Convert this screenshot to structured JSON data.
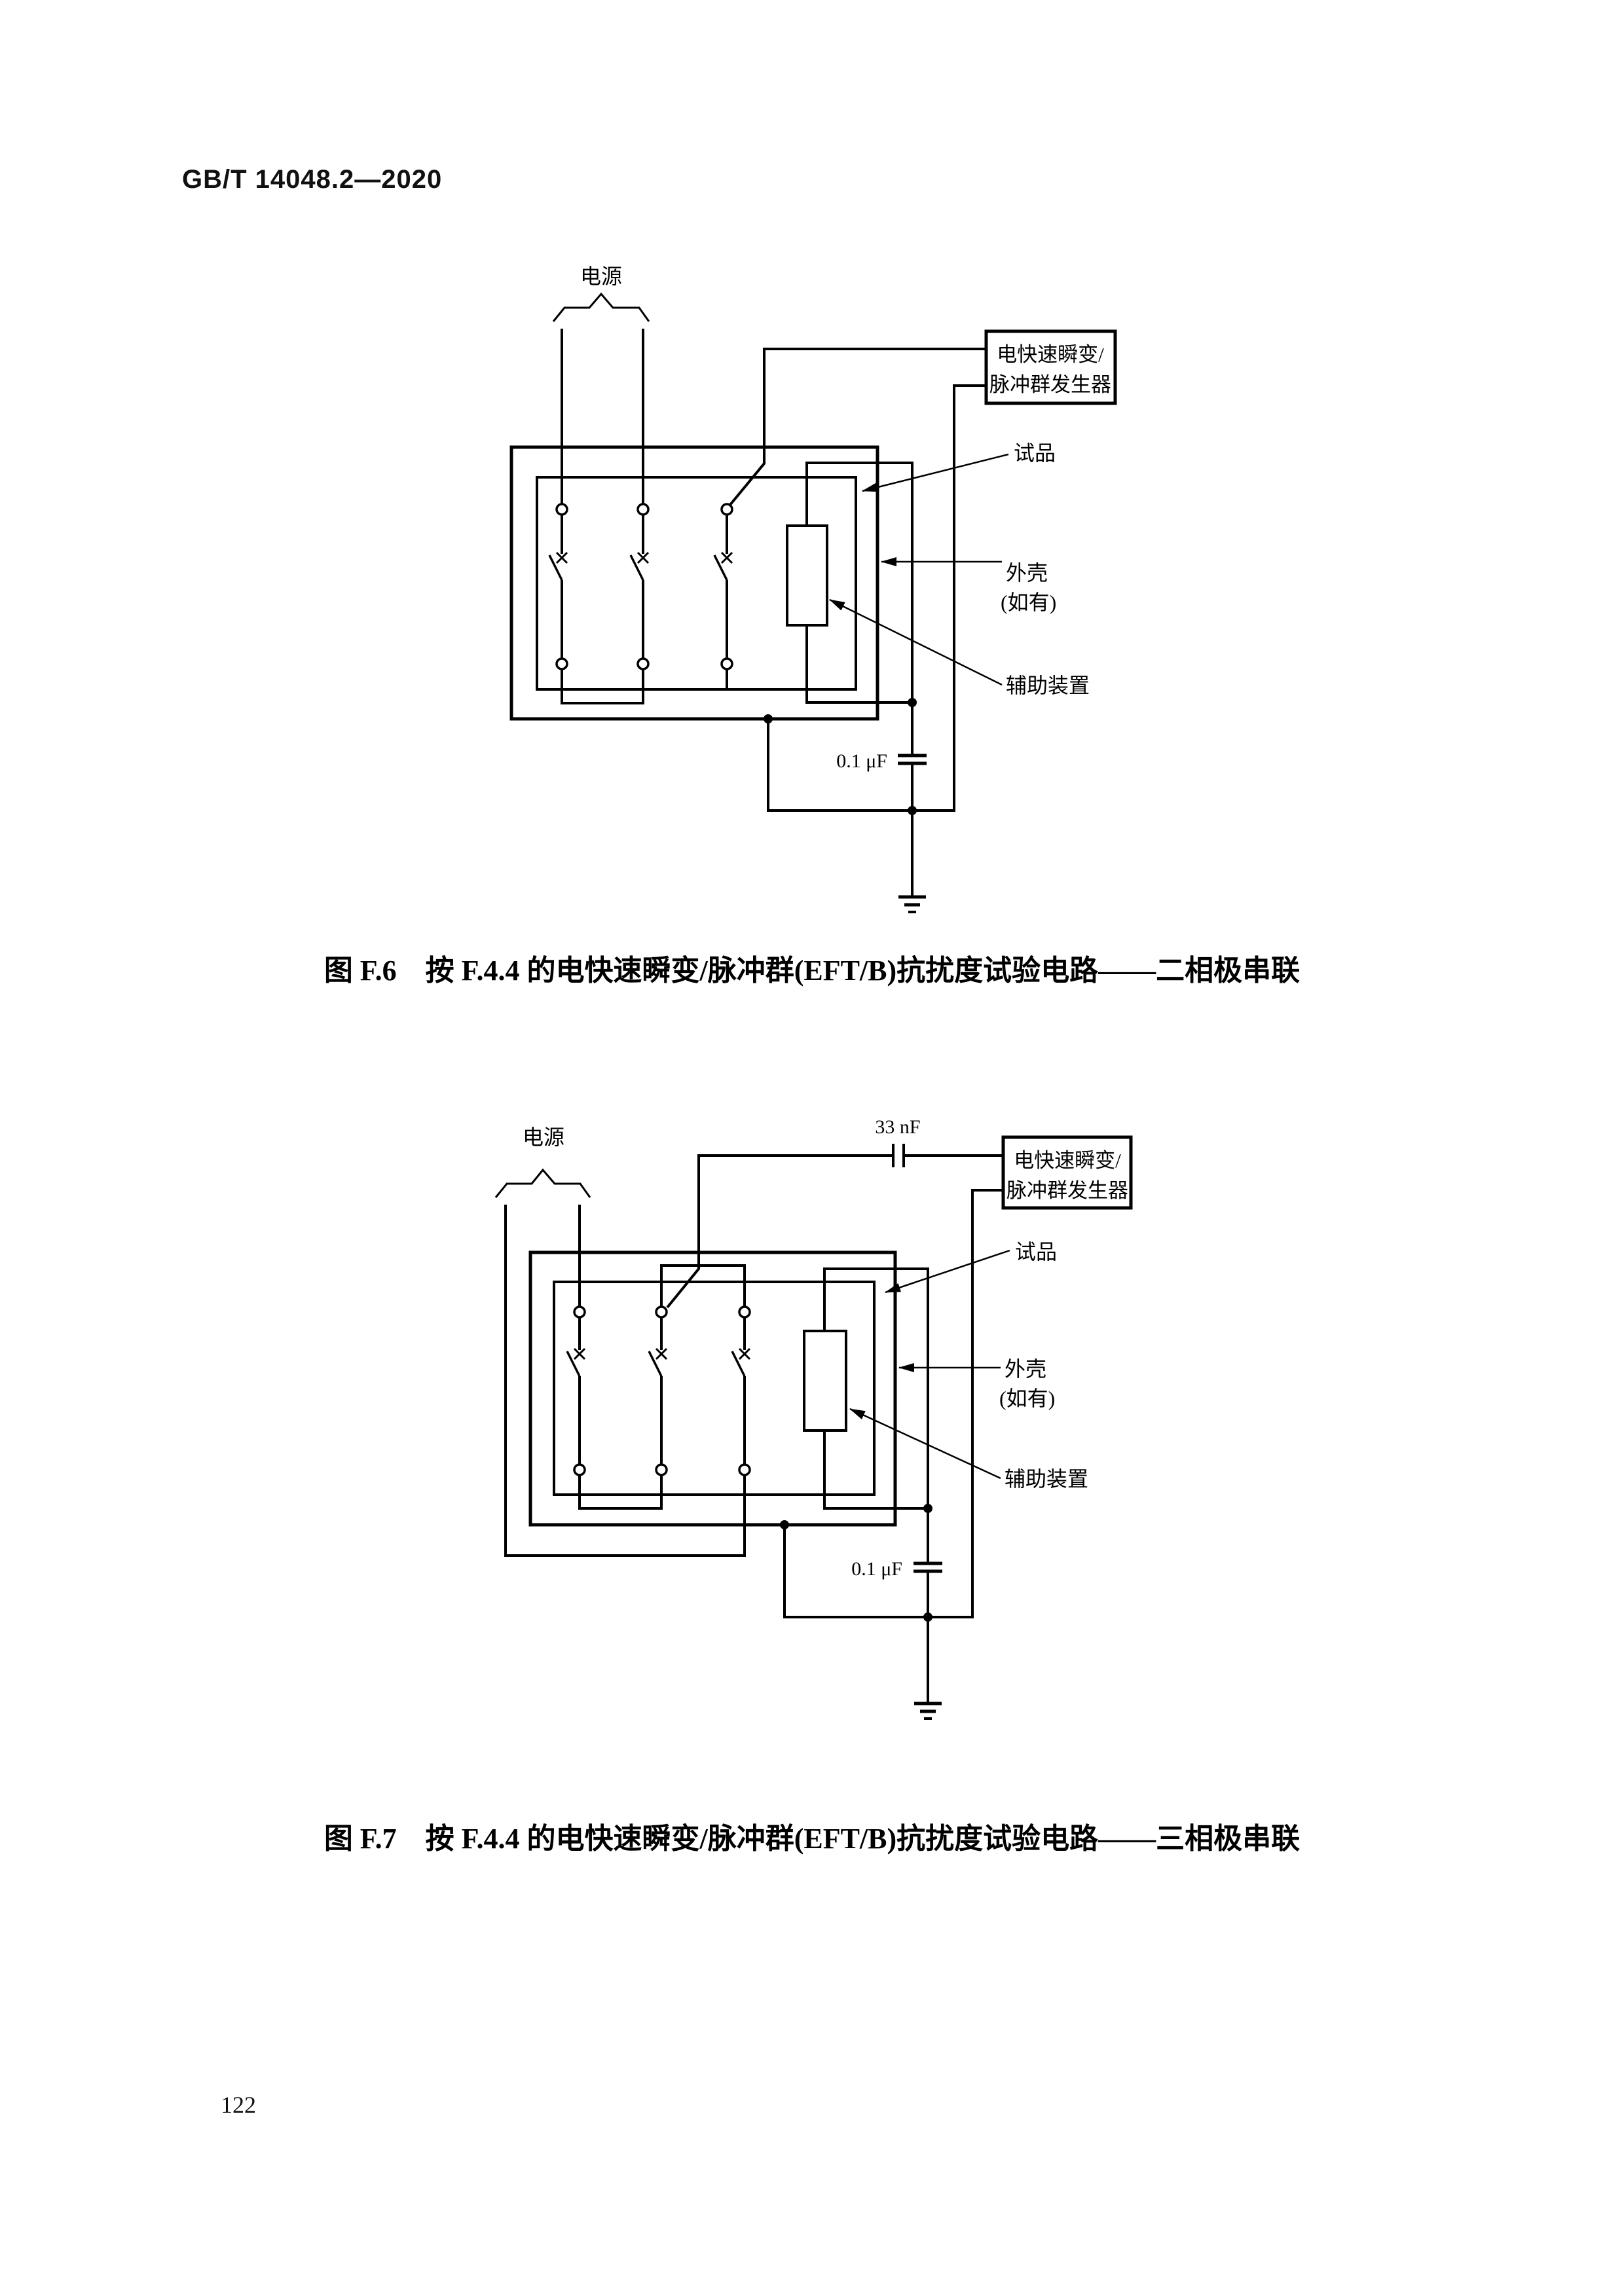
{
  "page": {
    "header": "GB/T 14048.2—2020",
    "page_number": "122",
    "ink_color": "#000000",
    "background_color": "#ffffff"
  },
  "figure_f6": {
    "power_source_label": "电源",
    "generator_line1": "电快速瞬变/",
    "generator_line2": "脉冲群发生器",
    "specimen_label": "试品",
    "enclosure_label": "外壳",
    "enclosure_label_note": "(如有)",
    "auxiliary_label": "辅助装置",
    "capacitor_label": "0.1 μF",
    "caption": "图 F.6　按 F.4.4 的电快速瞬变/脉冲群(EFT/B)抗扰度试验电路——二相极串联"
  },
  "figure_f7": {
    "power_source_label": "电源",
    "series_capacitor_label": "33 nF",
    "generator_line1": "电快速瞬变/",
    "generator_line2": "脉冲群发生器",
    "specimen_label": "试品",
    "enclosure_label": "外壳",
    "enclosure_label_note": "(如有)",
    "auxiliary_label": "辅助装置",
    "capacitor_label": "0.1 μF",
    "caption": "图 F.7　按 F.4.4 的电快速瞬变/脉冲群(EFT/B)抗扰度试验电路——三相极串联"
  }
}
